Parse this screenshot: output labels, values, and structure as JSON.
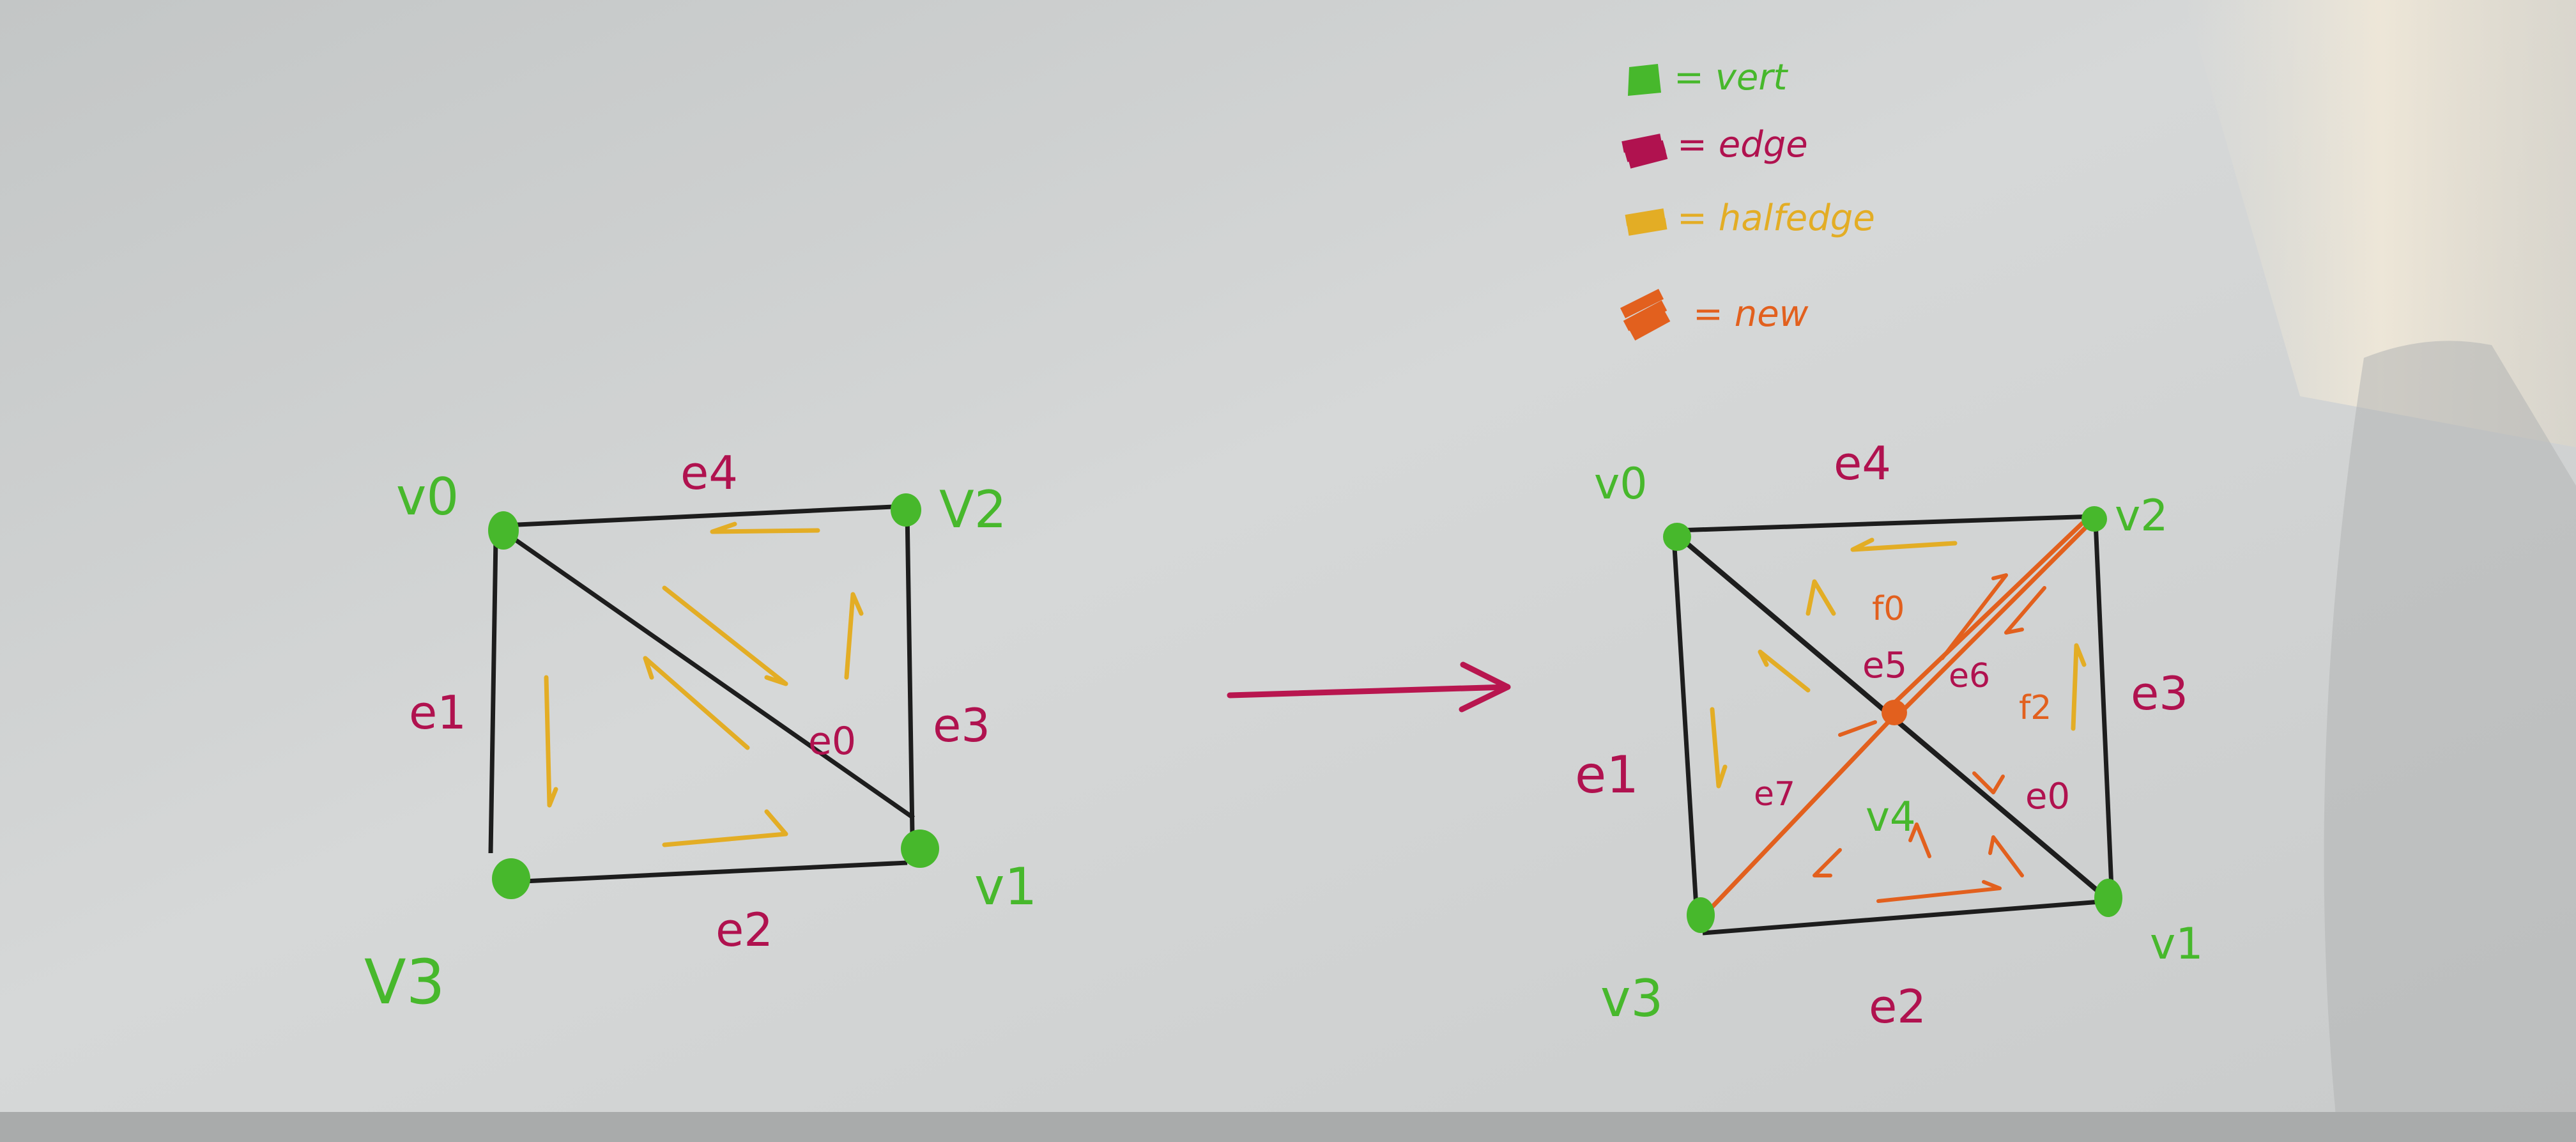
{
  "colors": {
    "vertex": "#47b82c",
    "edge": "#b0124f",
    "halfedge": "#e3ad25",
    "new": "#e2601e",
    "line": "#1d1d1d",
    "arrow": "#b8164f"
  },
  "legend": [
    {
      "swatch": "vertex",
      "label": "= vert"
    },
    {
      "swatch": "edge",
      "label": "= edge"
    },
    {
      "swatch": "halfedge",
      "label": "= halfedge"
    },
    {
      "swatch": "new",
      "label": "= new"
    }
  ],
  "before": {
    "vertices": [
      "v0",
      "v1",
      "V2",
      "V3"
    ],
    "edges": [
      "e0",
      "e1",
      "e2",
      "e3",
      "e4"
    ]
  },
  "after": {
    "vertices": [
      "v0",
      "v1",
      "v2",
      "v3",
      "v4"
    ],
    "edges": [
      "e0",
      "e1",
      "e2",
      "e3",
      "e4"
    ],
    "new_edges": [
      "e5",
      "e6",
      "e7"
    ],
    "faces": [
      "f0",
      "f2"
    ]
  }
}
